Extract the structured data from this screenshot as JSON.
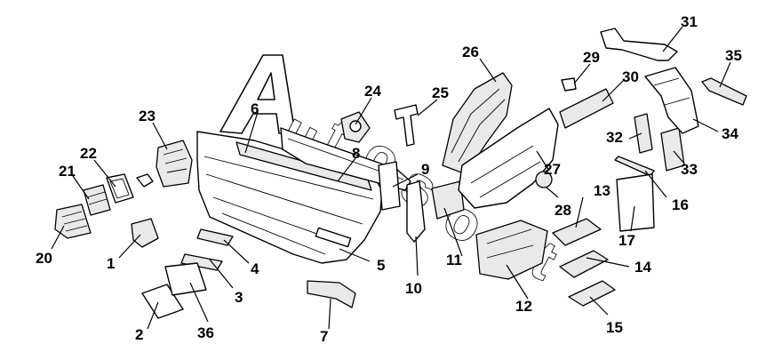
{
  "diagram": {
    "watermark_letters": [
      "A",
      "u",
      "t",
      "o",
      "s",
      "o",
      "f",
      "t"
    ],
    "callouts": [
      "1",
      "2",
      "3",
      "4",
      "5",
      "6",
      "7",
      "8",
      "9",
      "10",
      "11",
      "12",
      "13",
      "14",
      "15",
      "16",
      "17",
      "20",
      "21",
      "22",
      "23",
      "24",
      "25",
      "26",
      "27",
      "28",
      "29",
      "30",
      "31",
      "32",
      "33",
      "34",
      "35",
      "36"
    ]
  }
}
